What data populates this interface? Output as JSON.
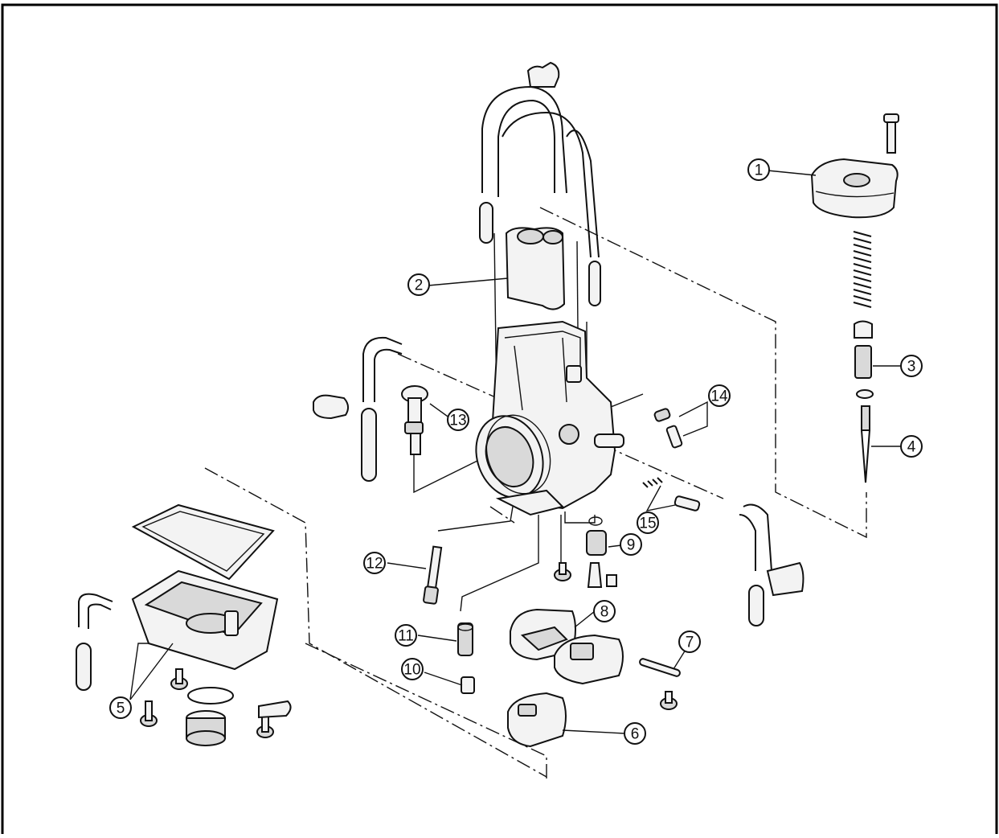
{
  "diagram": {
    "frame_color": "#000000",
    "callouts": [
      {
        "id": "1",
        "label": "1"
      },
      {
        "id": "2",
        "label": "2"
      },
      {
        "id": "3",
        "label": "3"
      },
      {
        "id": "4",
        "label": "4"
      },
      {
        "id": "5",
        "label": "5"
      },
      {
        "id": "6",
        "label": "6"
      },
      {
        "id": "7",
        "label": "7"
      },
      {
        "id": "8",
        "label": "8"
      },
      {
        "id": "9",
        "label": "9"
      },
      {
        "id": "10",
        "label": "10"
      },
      {
        "id": "11",
        "label": "11"
      },
      {
        "id": "12",
        "label": "12"
      },
      {
        "id": "13",
        "label": "13"
      },
      {
        "id": "14",
        "label": "14"
      },
      {
        "id": "15",
        "label": "15"
      }
    ]
  }
}
